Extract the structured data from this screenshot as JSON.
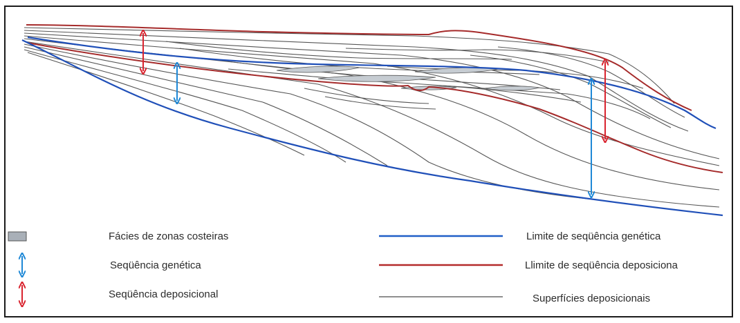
{
  "legend": {
    "facies": {
      "label": "Fácies de zonas costeiras",
      "color": "#a9b0b8"
    },
    "genetic_sequence": {
      "label": "Seqüência  genética",
      "color": "#1e88d6"
    },
    "depositional_sequence": {
      "label": "Seqüência deposicional",
      "color": "#d9232e"
    },
    "genetic_boundary": {
      "label": "Limite de seqüência  genética",
      "color": "#1f5ec7"
    },
    "depositional_boundary": {
      "label": "Llimite de seqüência deposiciona",
      "color": "#b42a2a"
    },
    "depositional_surfaces": {
      "label": "Superfícies deposicionais",
      "color": "#6a6a6a"
    }
  },
  "colors": {
    "surface_line": "#555555",
    "blue_boundary": "#1f4fb8",
    "red_boundary": "#a52a2a",
    "blue_arrow": "#1e88d6",
    "red_arrow": "#d9232e",
    "facies_fill": "#c6ccd2"
  }
}
